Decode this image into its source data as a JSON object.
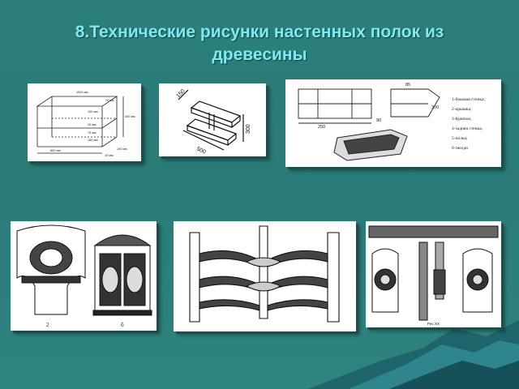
{
  "slide": {
    "title_line1": "8.Технические рисунки настенных полок из",
    "title_line2": "древесины"
  },
  "panel1": {
    "dims": [
      "1500 мм",
      "19 мм",
      "100 мм",
      "300 мм",
      "20 мм",
      "75 мм",
      "180 мм",
      "800 мм",
      "19 мм",
      "100 мм"
    ]
  },
  "panel2": {
    "dims": [
      "150",
      "500",
      "300"
    ]
  },
  "panel3": {
    "legend": [
      "1-боковая стенка;",
      "2-крышка;",
      "3-Крючок;",
      "4-задняя стенка;",
      "5-полка;",
      "6-гвозди"
    ],
    "dims": [
      "250",
      "90",
      "85",
      "300"
    ]
  },
  "panel4": {
    "labels": [
      "2",
      "б"
    ]
  },
  "panel6": {
    "caption": "Рис.XX"
  },
  "colors": {
    "background": "#2c7f7b",
    "title": "#7fe9f0",
    "ink": "#222222",
    "mountain_dark": "#134d55",
    "mountain_light": "#3fa6ad"
  }
}
